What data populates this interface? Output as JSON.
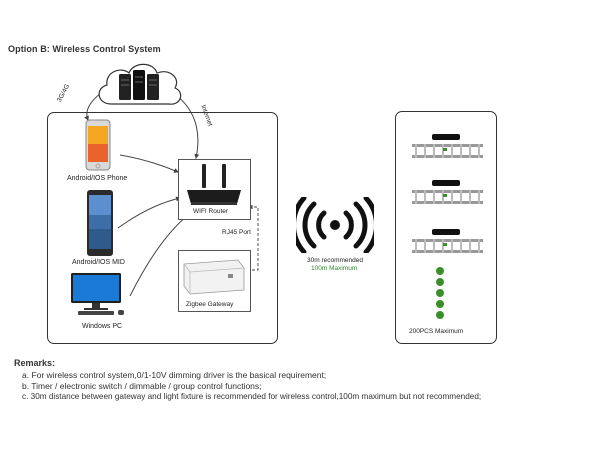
{
  "title": "Option B:  Wireless Control System",
  "cloud": {
    "label_3g4g": "3G/4G",
    "label_internet": "Internet"
  },
  "devices": {
    "phone": "Android/IOS Phone",
    "tablet": "Android/IOS MID",
    "pc": "Windows PC"
  },
  "router": {
    "label": "WIFI Router",
    "port_label": "RJ45 Port"
  },
  "gateway": {
    "label": "Zigbee Gateway"
  },
  "signal": {
    "recommended": "30m recommended",
    "maximum": "100m Maximum"
  },
  "fixtures": {
    "max_label": "200PCS Maximum"
  },
  "remarks": {
    "title": "Remarks:",
    "items": [
      "a.  For wireless control system,0/1-10V dimming driver is the basical requirement;",
      "b.  Timer / electronic switch  / dimmable / group control functions;",
      "c.   30m distance between gateway and light fixture is recommended for wireless control,100m maximum but not recommended;"
    ]
  },
  "colors": {
    "accent_green": "#2e8b2e",
    "panel_border": "#333333"
  }
}
